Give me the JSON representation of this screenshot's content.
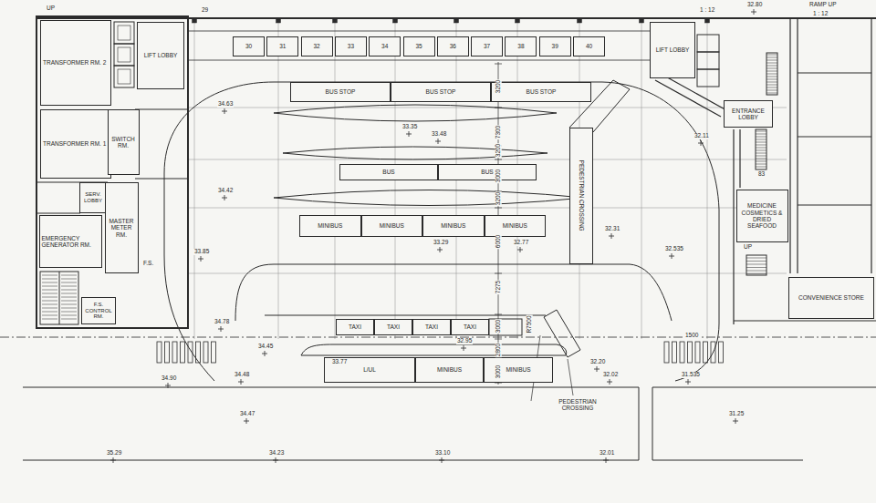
{
  "diagram": {
    "nodes": [
      {
        "text": [
          "TRANSFORMER RM. 2"
        ]
      },
      {
        "text": [
          "LIFT LOBBY"
        ]
      },
      {
        "text": [
          "TRANSFORMER RM. 1"
        ]
      },
      {
        "text": [
          "SWITCH RM."
        ]
      },
      {
        "text": [
          "SERV. LOBBY"
        ]
      },
      {
        "text": [
          "EMERGENCY GENERATOR RM."
        ]
      },
      {
        "text": [
          "MASTER METER RM."
        ]
      },
      {
        "text": [
          "F.S. CONTROL RM."
        ]
      },
      {
        "text": [
          "30"
        ]
      },
      {
        "text": [
          "31"
        ]
      },
      {
        "text": [
          "32"
        ]
      },
      {
        "text": [
          "33"
        ]
      },
      {
        "text": [
          "34"
        ]
      },
      {
        "text": [
          "35"
        ]
      },
      {
        "text": [
          "36"
        ]
      },
      {
        "text": [
          "37"
        ]
      },
      {
        "text": [
          "38"
        ]
      },
      {
        "text": [
          "39"
        ]
      },
      {
        "text": [
          "40"
        ]
      },
      {
        "text": [
          "BUS STOP"
        ]
      },
      {
        "text": [
          "BUS STOP"
        ]
      },
      {
        "text": [
          "BUS STOP"
        ]
      },
      {
        "text": [
          "BUS"
        ]
      },
      {
        "text": [
          "BUS"
        ]
      },
      {
        "text": [
          "MINIBUS"
        ]
      },
      {
        "text": [
          "MINIBUS"
        ]
      },
      {
        "text": [
          "MINIBUS"
        ]
      },
      {
        "text": [
          "MINIBUS"
        ]
      },
      {
        "text": [
          "TAXI"
        ]
      },
      {
        "text": [
          "TAXI"
        ]
      },
      {
        "text": [
          "TAXI"
        ]
      },
      {
        "text": [
          "TAXI"
        ]
      },
      {
        "text": [
          "L/UL"
        ]
      },
      {
        "text": [
          "MINIBUS"
        ]
      },
      {
        "text": [
          "MINIBUS"
        ]
      },
      {
        "text": [
          "LIFT LOBBY"
        ]
      },
      {
        "text": [
          "ENTRANCE LOBBY"
        ]
      },
      {
        "text": [
          "MEDICINE COSMETICS & DRIED SEAFOOD"
        ]
      },
      {
        "text": [
          "CONVENIENCE STORE"
        ]
      },
      {
        "text": [
          "PEDESTRIAN CROSSING"
        ]
      }
    ],
    "labels": [
      "UP",
      "29",
      "32.80",
      "1 : 12",
      "RAMP UP",
      "1 : 12",
      "34.63",
      "33.35",
      "33.48",
      "32.11",
      "34.42",
      "33.29",
      "32.77",
      "32.31",
      "32.535",
      "33.85",
      "34.78",
      "34.45",
      "32.95",
      "33.77",
      "32.20",
      "34.48",
      "32.02",
      "31.535",
      "34.90",
      "34.47",
      "31.25",
      "35.29",
      "34.23",
      "33.10",
      "32.01",
      "3200",
      "7300",
      "3200",
      "3000",
      "3200",
      "6000",
      "7275",
      "3000",
      "2800",
      "3000",
      "R7500",
      "1500",
      "PEDESTRIAN CROSSING",
      "UP",
      "F.S.",
      "83"
    ]
  }
}
